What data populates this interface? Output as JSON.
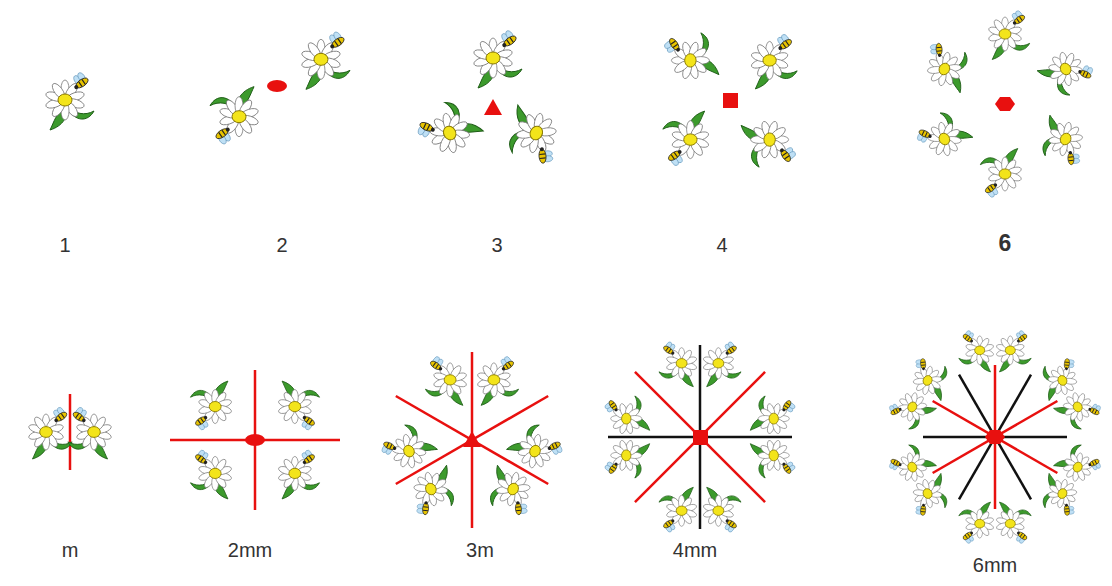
{
  "diagram": {
    "labels": [
      "1",
      "2",
      "3",
      "4",
      "6",
      "m",
      "2mm",
      "3m",
      "4mm",
      "6mm"
    ]
  }
}
